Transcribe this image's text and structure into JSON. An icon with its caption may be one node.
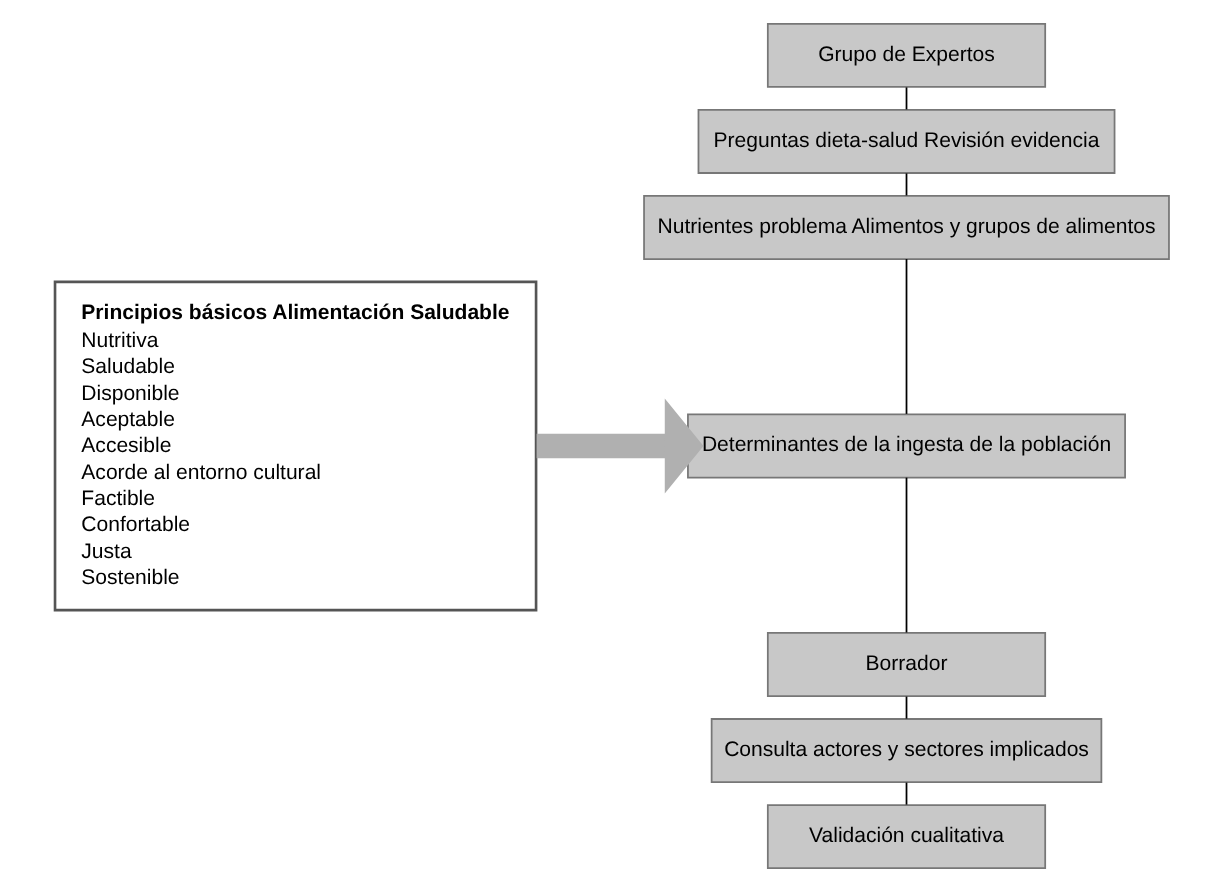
{
  "diagram": {
    "nodes": [
      {
        "text": [
          "Principios básicos Alimentación Saludable",
          "Nutritiva",
          "Saludable",
          "Disponible",
          "Aceptable",
          "Accesible",
          "Acorde al entorno cultural",
          "Factible",
          "Confortable",
          "Justa",
          "Sostenible"
        ]
      },
      {
        "text": [
          "Grupo de Expertos"
        ]
      },
      {
        "text": [
          "Preguntas dieta-salud Revisión evidencia"
        ]
      },
      {
        "text": [
          "Nutrientes problema Alimentos y grupos de alimentos"
        ]
      },
      {
        "text": [
          "Determinantes de la ingesta de la población"
        ]
      },
      {
        "text": [
          "Borrador"
        ]
      },
      {
        "text": [
          "Consulta actores y sectores implicados"
        ]
      },
      {
        "text": [
          "Validación cualitativa"
        ]
      }
    ],
    "edges": [
      {
        "from": 0,
        "to": 4,
        "arrow": "to",
        "style": "thick",
        "color": "#b0b0b0"
      },
      {
        "from": 1,
        "to": 2,
        "arrow": "none"
      },
      {
        "from": 2,
        "to": 3,
        "arrow": "none"
      },
      {
        "from": 3,
        "to": 4,
        "arrow": "none"
      },
      {
        "from": 4,
        "to": 5,
        "arrow": "none"
      },
      {
        "from": 5,
        "to": 6,
        "arrow": "none"
      },
      {
        "from": 6,
        "to": 7,
        "arrow": "none"
      }
    ]
  }
}
